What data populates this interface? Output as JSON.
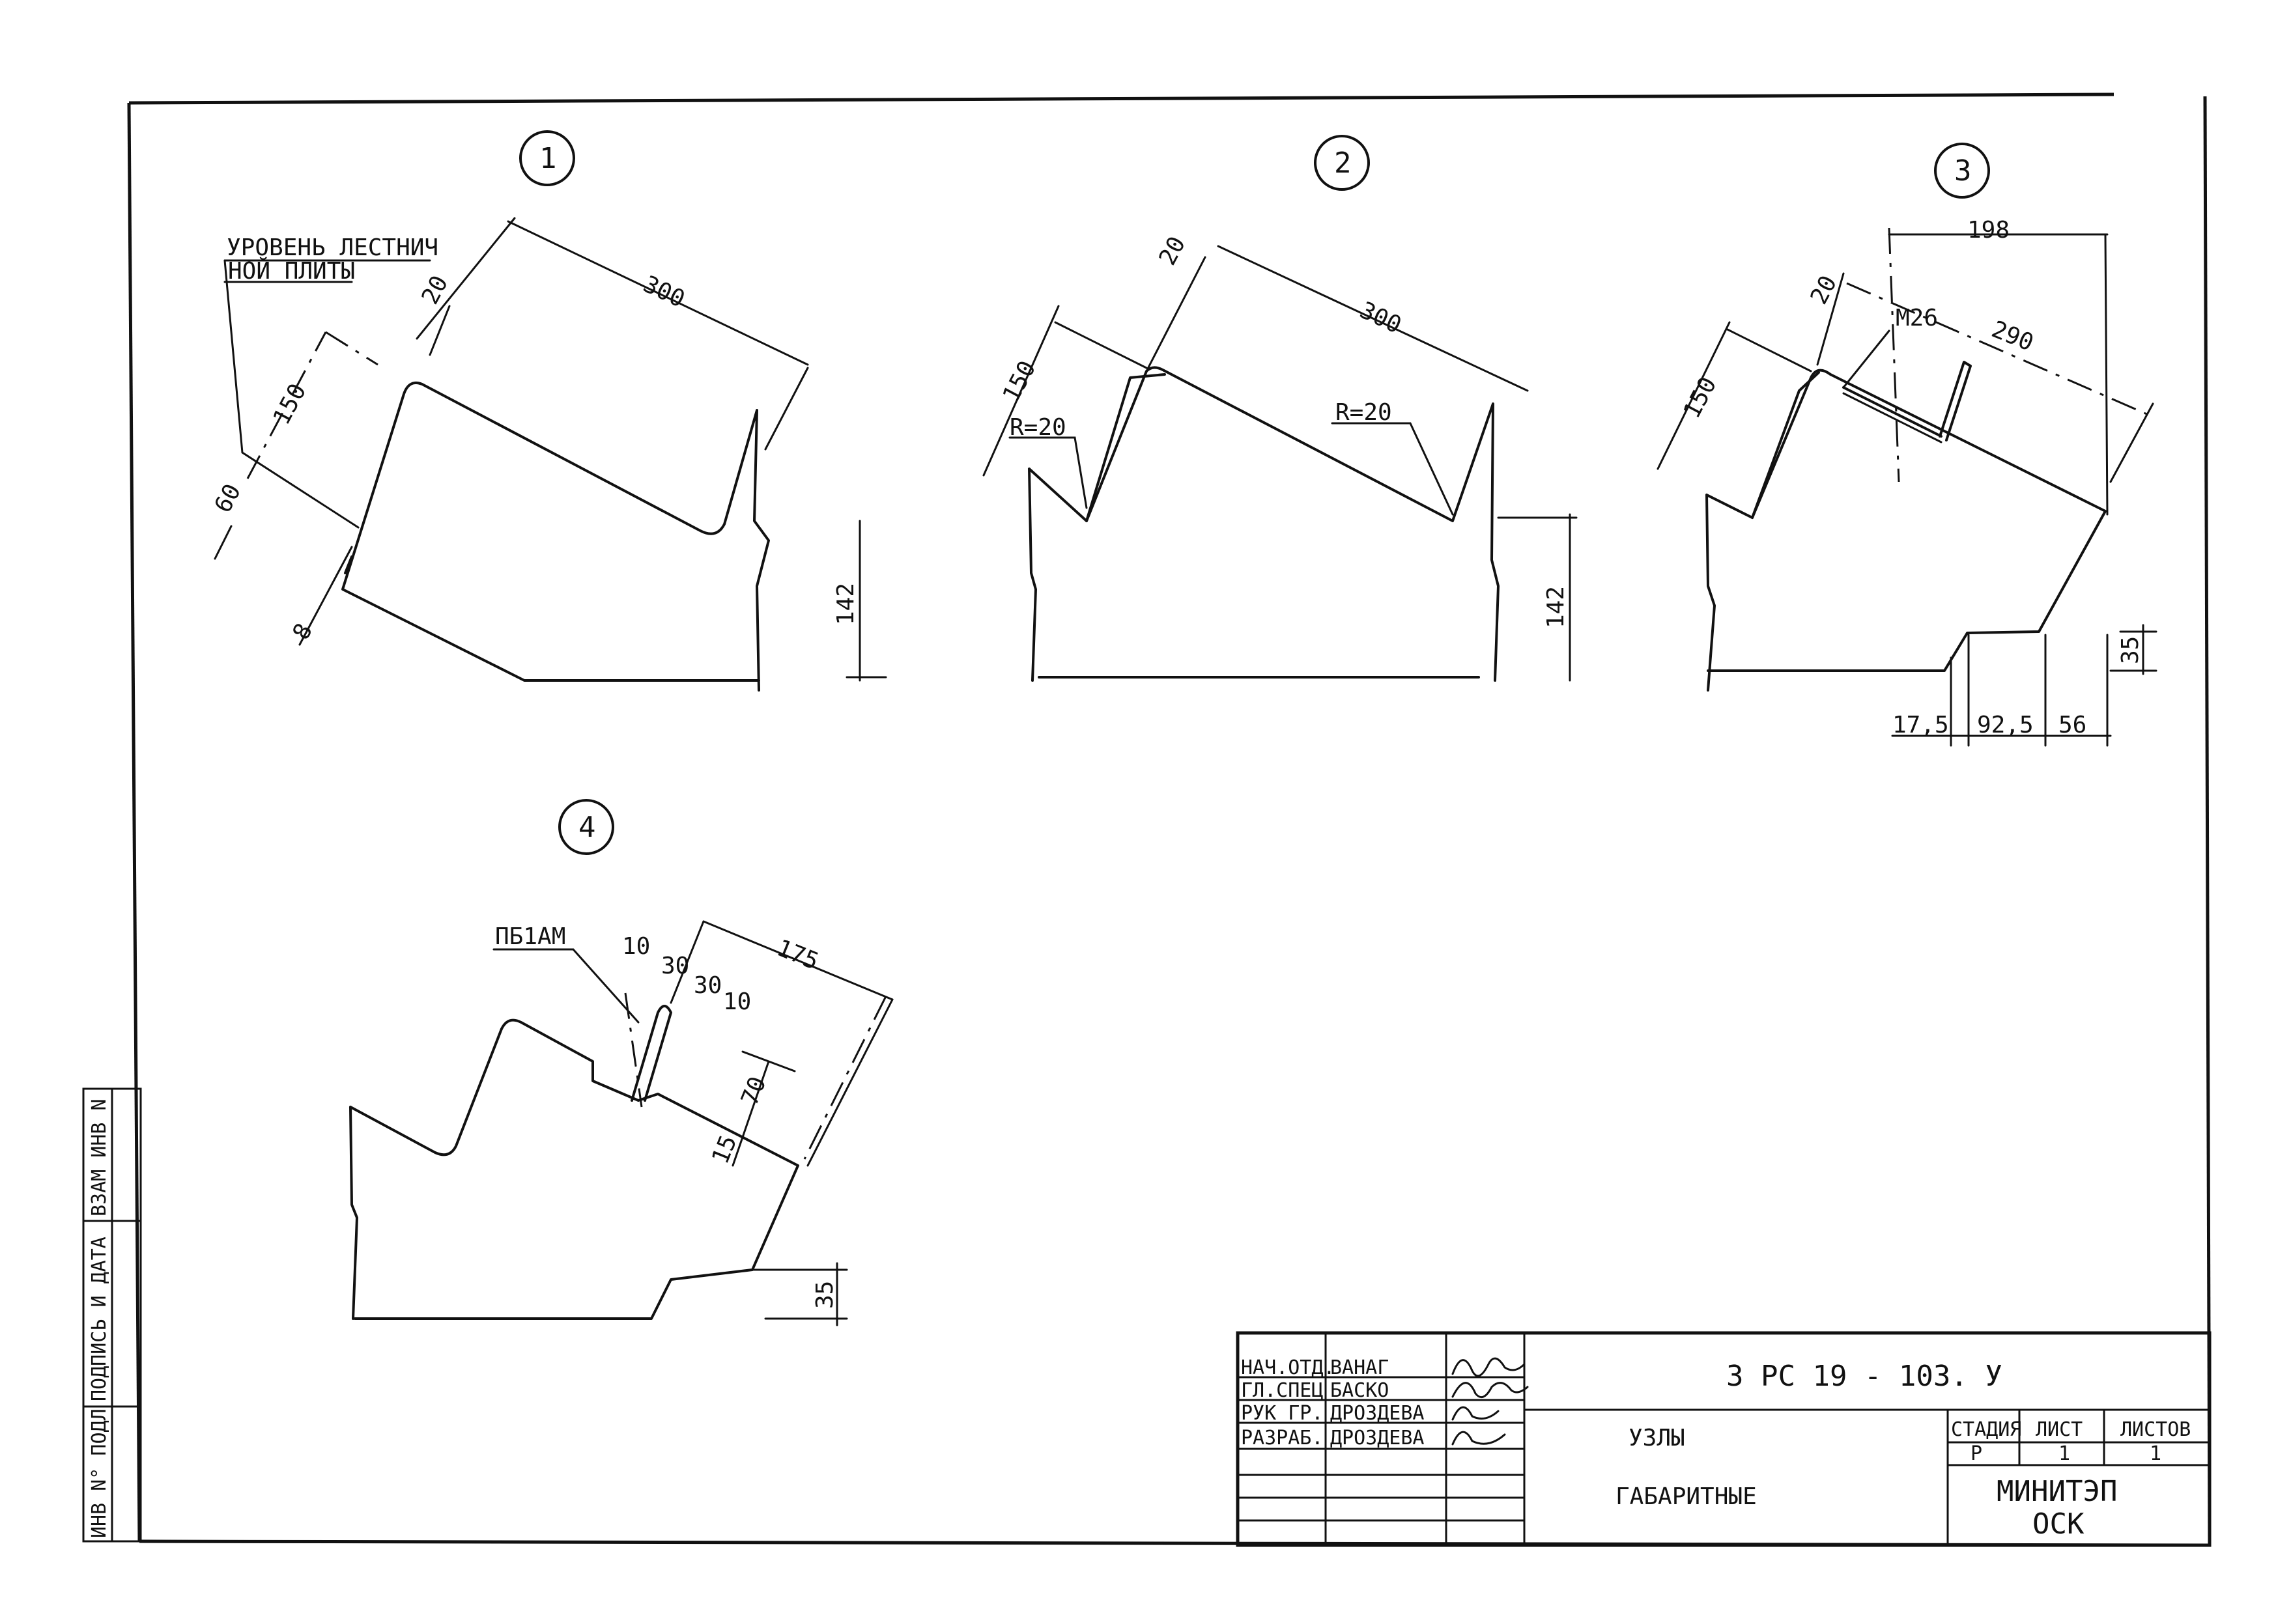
{
  "nodes": {
    "n1": {
      "number": "1",
      "label_line1": "УРОВЕНЬ ЛЕСТНИЧ",
      "label_line2": "НОЙ ПЛИТЫ",
      "dim_300": "300",
      "dim_20": "20",
      "dim_150": "150",
      "dim_60": "60",
      "dim_8": "8",
      "dim_142": "142"
    },
    "n2": {
      "number": "2",
      "dim_20": "20",
      "dim_300": "300",
      "dim_150": "150",
      "radius_left": "R=20",
      "radius_right": "R=20",
      "dim_142": "142"
    },
    "n3": {
      "number": "3",
      "dim_198": "198",
      "dim_20": "20",
      "dim_290": "290",
      "dim_150": "150",
      "note_m": "М26",
      "dim_35": "35",
      "dim_17_5": "17,5",
      "dim_92_5": "92,5",
      "dim_56": "56"
    },
    "n4": {
      "number": "4",
      "note_pb": "ПБ1АМ",
      "dim_10a": "10",
      "dim_30a": "30",
      "dim_30b": "30",
      "dim_10b": "10",
      "dim_175": "175",
      "dim_70": "70",
      "dim_15": "15",
      "dim_35": "35"
    }
  },
  "side_stamp": {
    "inv_podl": "ИНВ N° ПОДЛ",
    "podpis": "ПОДПИСЬ И ДАТА",
    "vzam": "ВЗАМ ИНВ N"
  },
  "title_block": {
    "roles": [
      "НАЧ.ОТД.",
      "ГЛ.СПЕЦ",
      "РУК ГР.",
      "РАЗРАБ."
    ],
    "names": [
      "ВАНАГ",
      "БАСКО",
      "ДРОЗДЕВА",
      "ДРОЗДЕВА"
    ],
    "doc_code": "3 РС 19 - 103. У",
    "title_line1": "УЗЛЫ",
    "title_line2": "ГАБАРИТНЫЕ",
    "stage_header": "СТАДИЯ",
    "sheet_header": "ЛИСТ",
    "sheets_header": "ЛИСТОВ",
    "stage": "Р",
    "sheet": "1",
    "sheets": "1",
    "org_line1": "МИНИТЭП",
    "org_line2": "ОСК"
  }
}
